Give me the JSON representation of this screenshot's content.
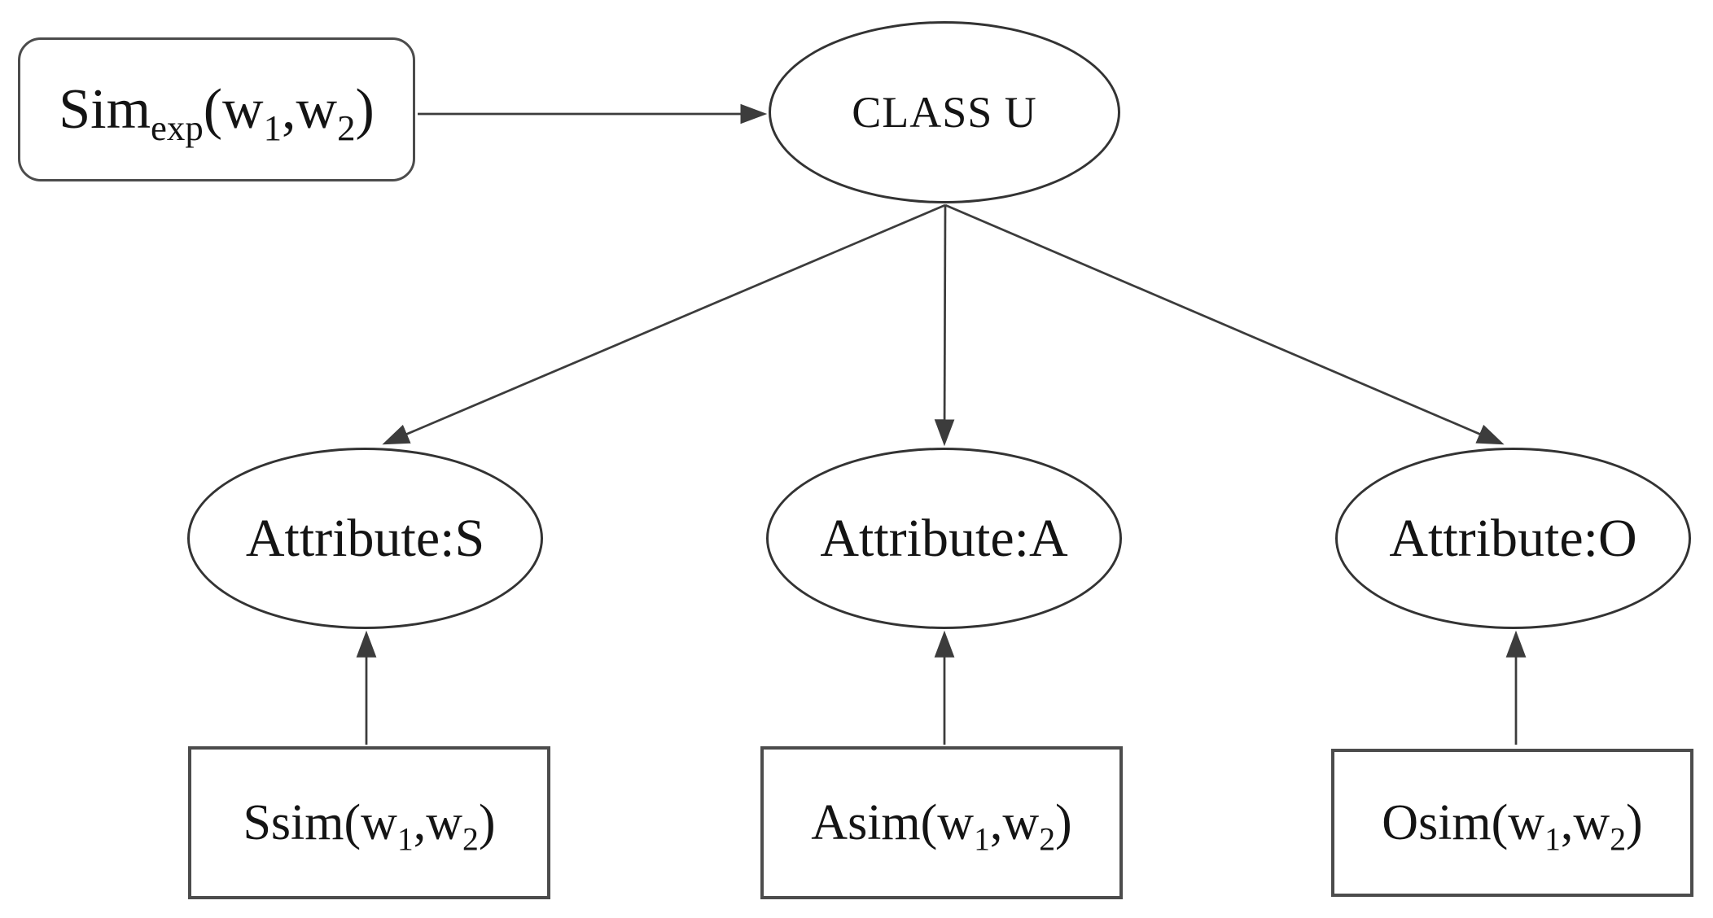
{
  "colors": {
    "background": "#ffffff",
    "text": "#141414",
    "stroke": "#3c3c3c",
    "node_border": "#4c4c4c",
    "ellipse_border": "#333333"
  },
  "nodes": {
    "sim_exp": {
      "base": "Sim",
      "sub_base": "exp",
      "pre": "(w",
      "sub1": "1",
      "mid": ",w",
      "sub2": "2",
      "post": ")"
    },
    "class_u": {
      "label": "CLASS U"
    },
    "attr_s": {
      "label": "Attribute:S"
    },
    "attr_a": {
      "label": "Attribute:A"
    },
    "attr_o": {
      "label": "Attribute:O"
    },
    "ssim": {
      "pre": "Ssim(w",
      "sub1": "1",
      "mid": ",w",
      "sub2": "2",
      "post": ")"
    },
    "asim": {
      "pre": "Asim(w",
      "sub1": "1",
      "mid": ",w",
      "sub2": "2",
      "post": ")"
    },
    "osim": {
      "pre": "Osim(w",
      "sub1": "1",
      "mid": ",w",
      "sub2": "2",
      "post": ")"
    }
  },
  "edges": [
    {
      "from": "sim_exp",
      "to": "class_u"
    },
    {
      "from": "class_u",
      "to": "attr_s"
    },
    {
      "from": "class_u",
      "to": "attr_a"
    },
    {
      "from": "class_u",
      "to": "attr_o"
    },
    {
      "from": "ssim",
      "to": "attr_s"
    },
    {
      "from": "asim",
      "to": "attr_a"
    },
    {
      "from": "osim",
      "to": "attr_o"
    }
  ]
}
